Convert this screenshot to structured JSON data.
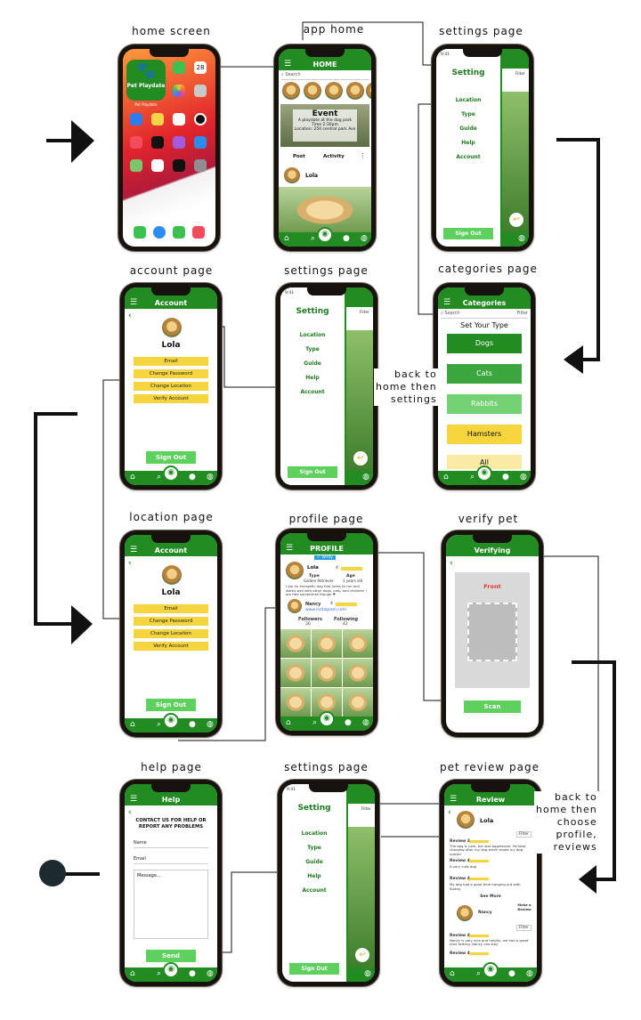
{
  "captions": {
    "home_screen": "home screen",
    "app_home": "app home",
    "settings_page": "settings page",
    "account_page": "account page",
    "categories_page": "categories page",
    "location_page": "location page",
    "profile_page": "profile page",
    "verify_pet": "verify pet",
    "help_page": "help page",
    "pet_review_page": "pet review page"
  },
  "notes": {
    "back_settings": [
      "back to",
      "home then",
      "settings"
    ],
    "back_reviews": [
      "back to",
      "home then",
      "choose",
      "profile,",
      "reviews"
    ]
  },
  "home_screen": {
    "app_name": "Pet Playdate",
    "app_caption": "Pet Playdate",
    "calendar_day": "28"
  },
  "app_home": {
    "header": "HOME",
    "search": "Search",
    "event_title": "Event",
    "event_line1": "A playdate at the dog park",
    "event_line2": "Time 2:30pm",
    "event_line3": "Location: 250 central park Ave",
    "tab_post": "Post",
    "tab_activity": "Activity",
    "user": "Lola"
  },
  "settings": {
    "title": "Setting",
    "time": "9:41",
    "filter": "Filter",
    "items": [
      "Location",
      "Type",
      "Guide",
      "Help",
      "Account"
    ],
    "sign_out": "Sign Out"
  },
  "account": {
    "header": "Account",
    "name": "Lola",
    "buttons": [
      "Email",
      "Change Password",
      "Change Location",
      "Verify Account"
    ],
    "sign_out": "Sign Out"
  },
  "categories": {
    "header": "Categories",
    "search": "Search",
    "filter": "Filter",
    "heading": "Set Your Type",
    "items": [
      "Dogs",
      "Cats",
      "Rabbits",
      "Hamsters",
      "All"
    ],
    "colors": [
      "#228b22",
      "#3da53d",
      "#73d073",
      "#f5d43d",
      "#fbeaa4"
    ]
  },
  "profile": {
    "header": "PROFILE",
    "verify": "✓ Verify",
    "name": "Lola",
    "rating": "4",
    "type_label": "Type",
    "type_value": "Golden Retriever",
    "age_label": "Age",
    "age_value": "1 years old",
    "bio": "I am an energetic dog that loves to run and works well with other dogs, cats, and children! I am free sometimes though ❤",
    "friend_name": "Nancy",
    "friend_rating": "4",
    "friend_link": "www.instagram.com",
    "followers_label": "Followers",
    "followers_value": "30",
    "following_label": "Following",
    "following_value": "42"
  },
  "verify": {
    "header": "Verifying",
    "front": "Front",
    "scan": "Scan"
  },
  "help": {
    "header": "Help",
    "heading_line1": "CONTACT US FOR HELP OR",
    "heading_line2": "REPORT ANY PROBLEMS",
    "name_field": "Name",
    "email_field": "Email",
    "message_field": "Message...",
    "send": "Send"
  },
  "review": {
    "header": "Review",
    "name": "Lola",
    "filter": "Filter",
    "r1_title": "Review 3",
    "r1_text": "The dog is cute, but was aggressive. He kept charging after my dog which made my dog scared",
    "r2_title": "Review 4",
    "r2_text": "A very cute dog",
    "r3_title": "Review 4",
    "r3_text": "My dog had a good time hanging out with Buddy.",
    "see_more": "See More",
    "friend_name": "Nancy",
    "make_review": "Make a Review",
    "r4_title": "Review 4",
    "r4_text": "Nancy is very nice and helpful, we had a great time talking. Nancy can stay",
    "r5_title": "Review 4"
  }
}
